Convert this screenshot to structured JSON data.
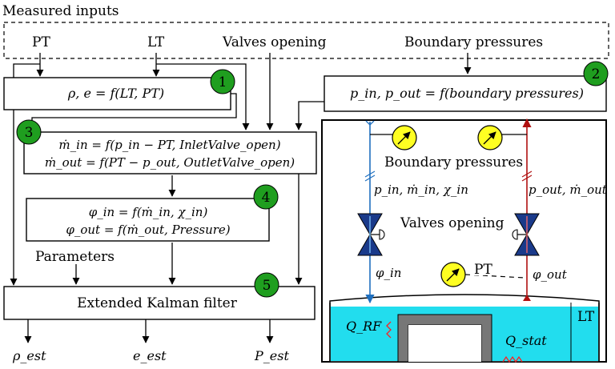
{
  "header": {
    "measured_inputs": "Measured inputs"
  },
  "inputs": {
    "pt": "PT",
    "lt": "LT",
    "valves_opening": "Valves opening",
    "boundary_pressures": "Boundary pressures",
    "parameters": "Parameters"
  },
  "blocks": [
    {
      "id": "1",
      "badge": "1",
      "line1": "ρ, e = f(LT, PT)"
    },
    {
      "id": "2",
      "badge": "2",
      "line1": "p_in, p_out = f(boundary pressures)"
    },
    {
      "id": "3",
      "badge": "3",
      "line1": "ṁ_in = f(p_in − PT, InletValve_open)",
      "line2": "ṁ_out = f(PT − p_out, OutletValve_open)"
    },
    {
      "id": "4",
      "badge": "4",
      "line1": "φ_in = f(ṁ_in, χ_in)",
      "line2": "φ_out = f(ṁ_out, Pressure)"
    },
    {
      "id": "5",
      "badge": "5",
      "line1": "Extended Kalman filter"
    }
  ],
  "outputs": [
    "ρ_est",
    "e_est",
    "P_est"
  ],
  "schematic": {
    "boundary_pressures": "Boundary pressures",
    "inlet_vars": "p_in, ṁ_in, χ_in",
    "outlet_vars": "p_out, ṁ_out",
    "valves_opening": "Valves opening",
    "phi_in": "φ_in",
    "phi_out": "φ_out",
    "pt": "PT",
    "lt": "LT",
    "q_rf": "Q_RF",
    "q_stat": "Q_stat"
  },
  "colors": {
    "badge": "#1f9e1f",
    "gauge": "#ffff22",
    "inlet": "#1f6fbf",
    "outlet": "#b01010",
    "liquid": "#22ddee",
    "valve": "#1a3a8a",
    "heater": "#ff2020",
    "insert": "#777777"
  }
}
